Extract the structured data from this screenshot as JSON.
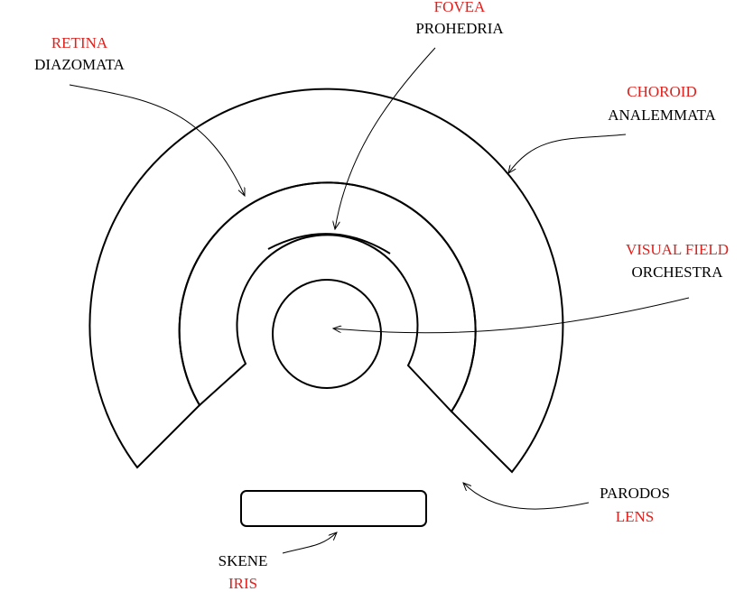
{
  "labels": {
    "fovea": {
      "eye": "FOVEA",
      "theatre": "PROHEDRIA"
    },
    "retina": {
      "eye": "RETINA",
      "theatre": "DIAZOMATA"
    },
    "choroid": {
      "eye": "CHOROID",
      "theatre": "ANALEMMATA"
    },
    "visual_field": {
      "eye": "VISUAL FIELD",
      "theatre": "ORCHESTRA"
    },
    "parodos": {
      "theatre": "PARODOS",
      "eye": "LENS"
    },
    "skene": {
      "theatre": "SKENE",
      "eye": "IRIS"
    }
  },
  "colors": {
    "eye_term": "#e0201c",
    "theatre_term": "#000000",
    "line": "#000000"
  }
}
